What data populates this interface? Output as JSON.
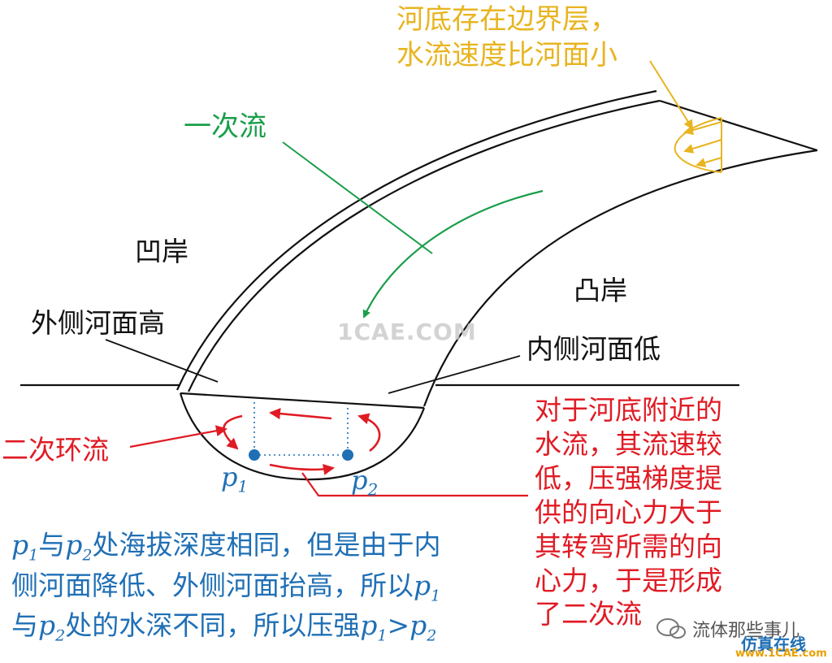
{
  "labels": {
    "boundary_line1": "河底存在边界层，",
    "boundary_line2": "水流速度比河面小",
    "primary_flow": "一次流",
    "concave_bank": "凹岸",
    "convex_bank": "凸岸",
    "outer_high": "外侧河面高",
    "inner_low": "内侧河面低",
    "secondary_flow": "二次环流",
    "p1": "p",
    "p1_sub": "1",
    "p2": "p",
    "p2_sub": "2"
  },
  "red_explanation": [
    "对于河底附近的",
    "水流，其流速较",
    "低，压强梯度提",
    "供的向心力大于",
    "其转弯所需的向",
    "心力，于是形成",
    "了二次流"
  ],
  "blue_explanation": {
    "line1_a": "p",
    "line1_a_sub": "1",
    "line1_b": "与",
    "line1_c": "p",
    "line1_c_sub": "2",
    "line1_d": "处海拔深度相同，但是由于内",
    "line2_a": "侧河面降低、外侧河面抬高，所以",
    "line2_b": "p",
    "line2_b_sub": "1",
    "line3_a": "与",
    "line3_b": "p",
    "line3_b_sub": "2",
    "line3_c": "处的水深不同，所以压强",
    "line3_d": "p",
    "line3_d_sub": "1",
    "line3_e": ">",
    "line3_f": "p",
    "line3_f_sub": "2"
  },
  "watermarks": {
    "center": "1CAE.COM",
    "wechat": "流体那些事儿",
    "site_top": "仿真在线",
    "site_bottom": "www.1CAE.com"
  },
  "colors": {
    "black": "#111111",
    "orange": "#e8b420",
    "green": "#1a9e4a",
    "red": "#e01b24",
    "blue": "#1f6fb5"
  }
}
